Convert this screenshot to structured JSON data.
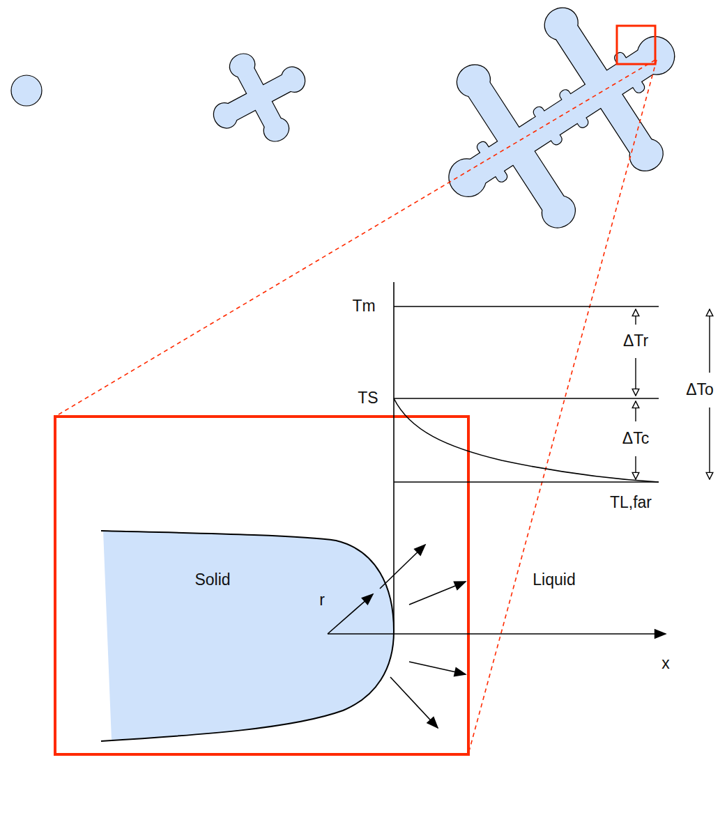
{
  "diagram": {
    "labels": [
      "Tm",
      "ΔTr",
      "ΔTo",
      "TS",
      "ΔTc",
      "TL,far",
      "Solid",
      "r",
      "Liquid",
      "x"
    ]
  }
}
